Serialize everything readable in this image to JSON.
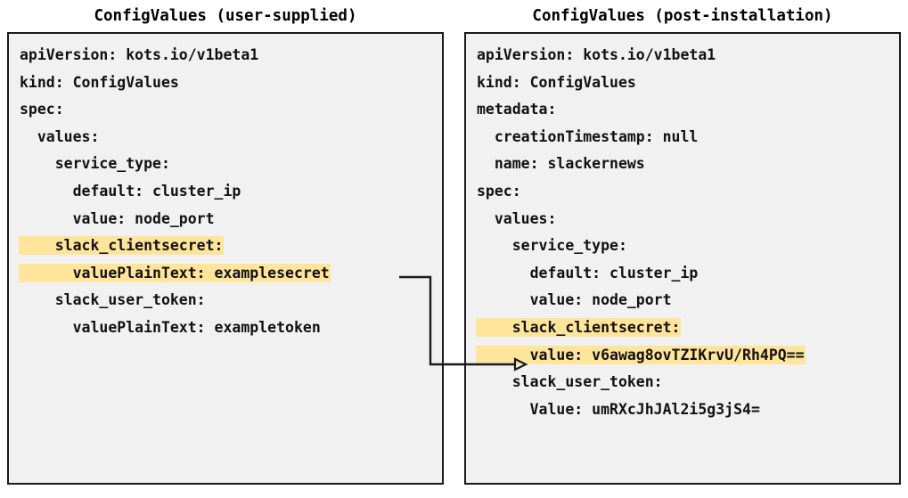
{
  "diagram": {
    "title": "ConfigValues comparison",
    "highlight_color": "#ffe49c",
    "panel_background": "#f1f1f1",
    "panel_border_color": "#1a1a1a",
    "text_color": "#111111",
    "page_background": "#ffffff"
  },
  "left_panel": {
    "title": "ConfigValues (user-supplied)",
    "lines": [
      {
        "text": "apiVersion: kots.io/v1beta1",
        "highlight": false
      },
      {
        "text": "kind: ConfigValues",
        "highlight": false
      },
      {
        "text": "spec:",
        "highlight": false
      },
      {
        "text": "  values:",
        "highlight": false
      },
      {
        "text": "    service_type:",
        "highlight": false
      },
      {
        "text": "      default: cluster_ip",
        "highlight": false
      },
      {
        "text": "      value: node_port",
        "highlight": false
      },
      {
        "text": "    slack_clientsecret:",
        "highlight": true
      },
      {
        "text": "      valuePlainText: examplesecret",
        "highlight": true
      },
      {
        "text": "    slack_user_token:",
        "highlight": false
      },
      {
        "text": "      valuePlainText: exampletoken",
        "highlight": false
      }
    ]
  },
  "right_panel": {
    "title": "ConfigValues (post-installation)",
    "lines": [
      {
        "text": "apiVersion: kots.io/v1beta1",
        "highlight": false
      },
      {
        "text": "kind: ConfigValues",
        "highlight": false
      },
      {
        "text": "metadata:",
        "highlight": false
      },
      {
        "text": "  creationTimestamp: null",
        "highlight": false
      },
      {
        "text": "  name: slackernews",
        "highlight": false
      },
      {
        "text": "spec:",
        "highlight": false
      },
      {
        "text": "  values:",
        "highlight": false
      },
      {
        "text": "    service_type:",
        "highlight": false
      },
      {
        "text": "      default: cluster_ip",
        "highlight": false
      },
      {
        "text": "      value: node_port",
        "highlight": false
      },
      {
        "text": "    slack_clientsecret:",
        "highlight": true
      },
      {
        "text": "      value: v6awag8ovTZIKrvU/Rh4PQ==",
        "highlight": true
      },
      {
        "text": "    slack_user_token:",
        "highlight": false
      },
      {
        "text": "      Value: umRXcJhJAl2i5g3jS4=",
        "highlight": false
      }
    ]
  },
  "connector": {
    "name": "secret-transform-arrow",
    "from_label": "valuePlainText: examplesecret",
    "to_label": "value: v6awag8ovTZIKrvU/Rh4PQ==",
    "color": "#1a1a1a"
  }
}
